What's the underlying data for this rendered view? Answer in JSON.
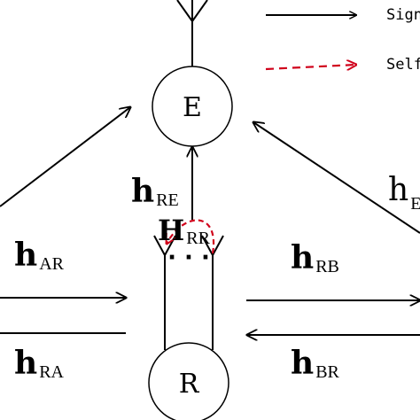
{
  "nodes": {
    "eavesdropper": "E",
    "relay": "R"
  },
  "channels": {
    "h_re": {
      "main": "h",
      "sub": "RE"
    },
    "h_e_right": {
      "main": "h",
      "sub": "E"
    },
    "h_ar": {
      "main": "h",
      "sub": "AR"
    },
    "h_ra": {
      "main": "h",
      "sub": "RA"
    },
    "h_rb": {
      "main": "h",
      "sub": "RB"
    },
    "h_br": {
      "main": "h",
      "sub": "BR"
    },
    "h_rr": {
      "main": "H",
      "sub": "RR"
    }
  },
  "legend": {
    "signal": "Sign",
    "self": "Self"
  },
  "ellipsis": "· · ·",
  "colors": {
    "line": "#000000",
    "self_interference": "#d0021b"
  }
}
